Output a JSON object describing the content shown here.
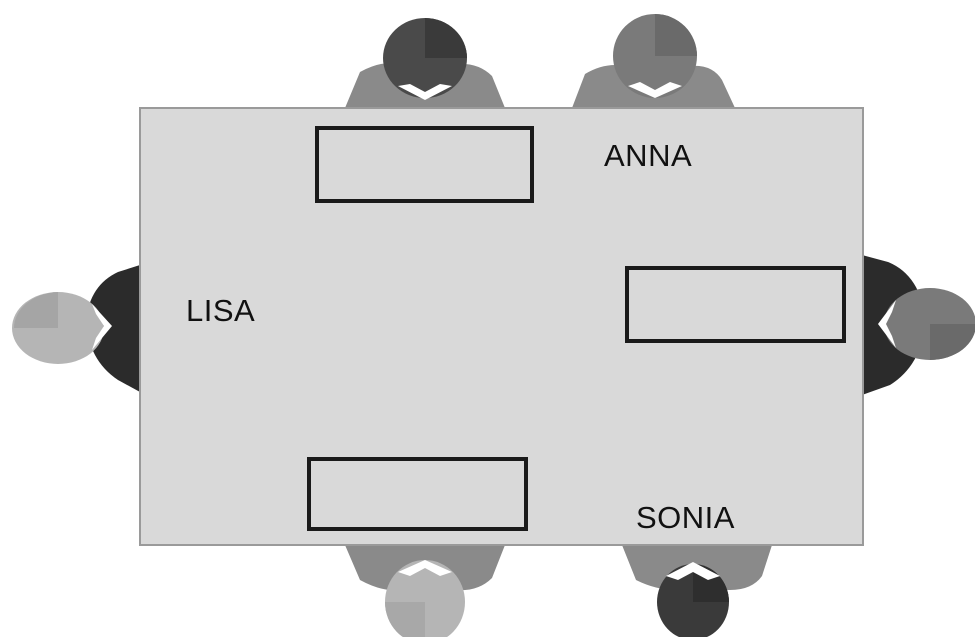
{
  "labels": {
    "anna": "ANNA",
    "lisa": "LISA",
    "sonia": "SONIA"
  },
  "colors": {
    "table_fill": "#d9d9d9",
    "table_stroke": "#9a9a9a",
    "card_stroke": "#1a1a1a",
    "body_gray": "#8a8a8a",
    "body_dark": "#2b2b2b",
    "head_dark": "#4a4a4a",
    "head_mid": "#7a7a7a",
    "head_light": "#b5b5b5",
    "collar": "#ffffff"
  },
  "icons": {
    "person": "person-top-view-icon",
    "card": "name-card"
  }
}
